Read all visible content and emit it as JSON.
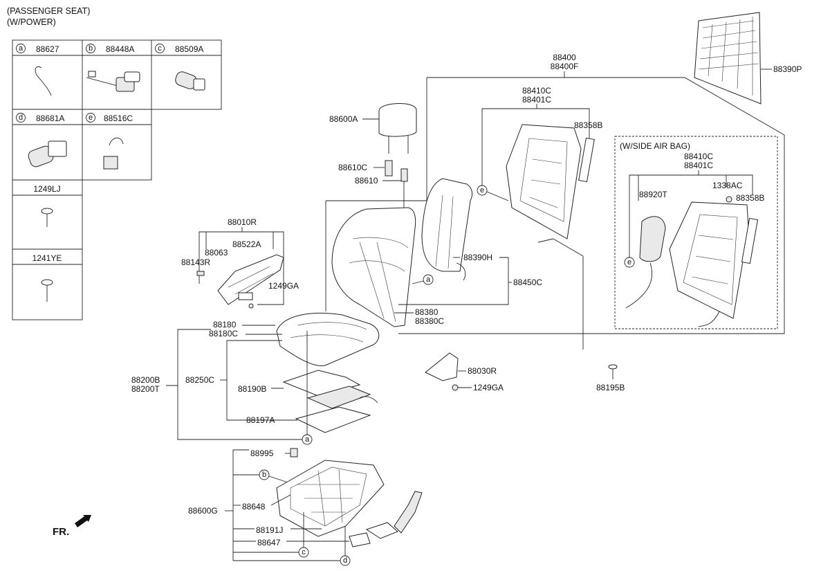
{
  "title": {
    "line1": "(PASSENGER SEAT)",
    "line2": "(W/POWER)"
  },
  "legend": [
    {
      "key": "a",
      "part": "88627"
    },
    {
      "key": "b",
      "part": "88448A"
    },
    {
      "key": "c",
      "part": "88509A"
    },
    {
      "key": "d",
      "part": "88681A"
    },
    {
      "key": "e",
      "part": "88516C"
    },
    {
      "key": "",
      "part": "1249LJ"
    },
    {
      "key": "",
      "part": "1241YE"
    }
  ],
  "labels": {
    "p88400": "88400",
    "p88400F": "88400F",
    "p88390P": "88390P",
    "p88410C": "88410C",
    "p88401C": "88401C",
    "p88358B": "88358B",
    "sideAirBag": "(W/SIDE AIR BAG)",
    "p88410C_2": "88410C",
    "p88401C_2": "88401C",
    "p88920T": "88920T",
    "p1338AC": "1338AC",
    "p88358B_2": "88358B",
    "p88600A": "88600A",
    "p88610C": "88610C",
    "p88610": "88610",
    "p88390H": "88390H",
    "p88450C": "88450C",
    "p88380": "88380",
    "p88380C": "88380C",
    "p88010R": "88010R",
    "p88063": "88063",
    "p88522A": "88522A",
    "p88143R": "88143R",
    "p1249GA": "1249GA",
    "p88180": "88180",
    "p88180C": "88180C",
    "p88200B": "88200B",
    "p88200T": "88200T",
    "p88250C": "88250C",
    "p88190B": "88190B",
    "p88197A": "88197A",
    "p88030R": "88030R",
    "p1249GA_2": "1249GA",
    "p88195B": "88195B",
    "p88995": "88995",
    "p88600G": "88600G",
    "p88648": "88648",
    "p88191J": "88191J",
    "p88647": "88647",
    "fr": "FR."
  },
  "callouts": {
    "a": "a",
    "b": "b",
    "c": "c",
    "d": "d",
    "e": "e"
  }
}
